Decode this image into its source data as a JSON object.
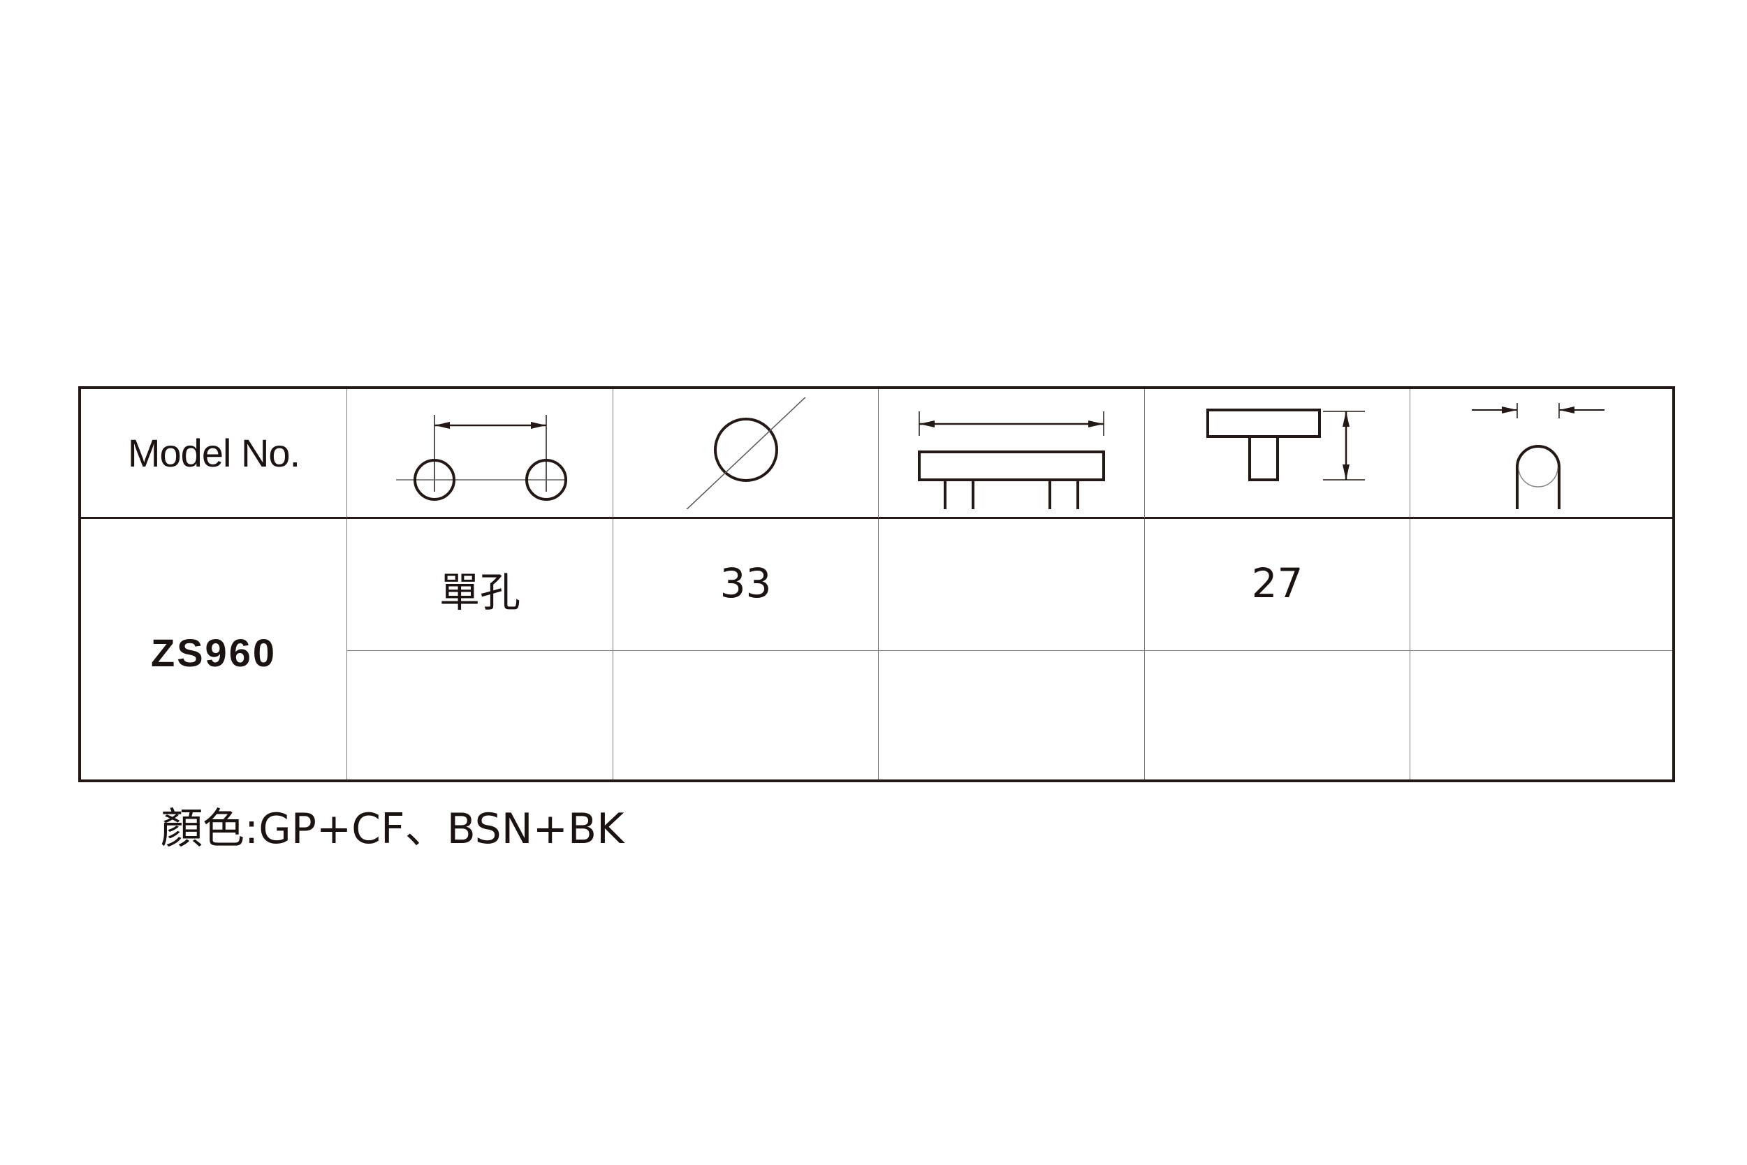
{
  "table": {
    "header": {
      "model_label": "Model No.",
      "icons": [
        "hole-spacing-icon",
        "diameter-icon",
        "length-icon",
        "height-icon",
        "width-icon"
      ]
    },
    "row": {
      "model": "ZS960",
      "values": [
        "單孔",
        "33",
        "",
        "27",
        ""
      ]
    }
  },
  "footer": {
    "color_note": "顏色:GP+CF、BSN+BK"
  }
}
